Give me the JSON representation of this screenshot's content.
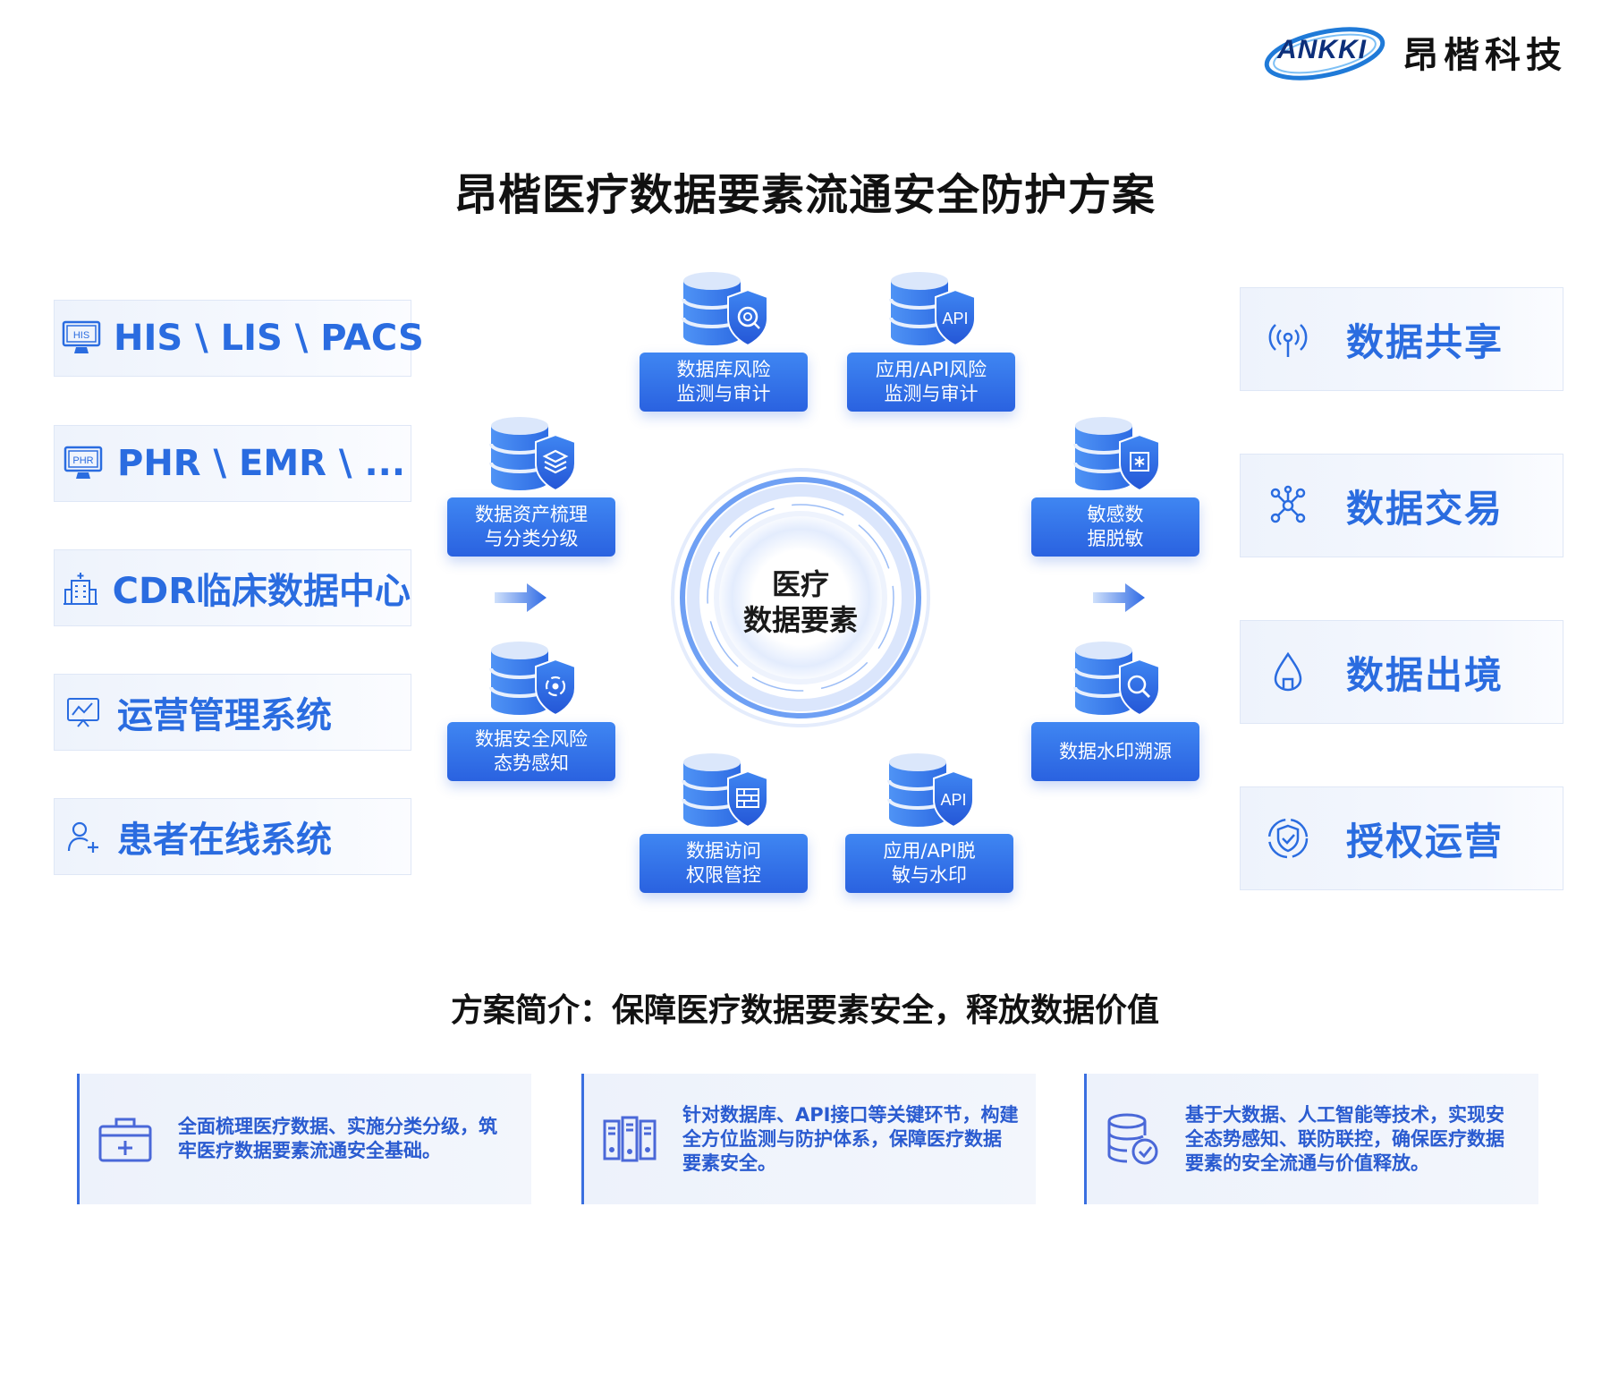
{
  "brand": {
    "logo_text": "ANKKI",
    "name_cn": "昂楷科技"
  },
  "title": "昂楷医疗数据要素流通安全防护方案",
  "sources": [
    {
      "label": "HIS \\ LIS \\ PACS",
      "icon": "his-monitor-icon",
      "icon_text": "HIS"
    },
    {
      "label": "PHR \\ EMR \\ ...",
      "icon": "phr-monitor-icon",
      "icon_text": "PHR"
    },
    {
      "label": "CDR临床数据中心",
      "icon": "hospital-building-icon"
    },
    {
      "label": "运营管理系统",
      "icon": "chart-board-icon"
    },
    {
      "label": "患者在线系统",
      "icon": "user-add-icon"
    }
  ],
  "modules": {
    "db_risk": {
      "line1": "数据库风险",
      "line2": "监测与审计",
      "icon": "database-search-shield-icon"
    },
    "api_risk": {
      "line1": "应用/API风险",
      "line2": "监测与审计",
      "icon": "database-api-shield-icon",
      "badge": "API"
    },
    "asset": {
      "line1": "数据资产梳理",
      "line2": "与分类分级",
      "icon": "database-layers-shield-icon"
    },
    "desens": {
      "line1": "敏感数",
      "line2": "据脱敏",
      "icon": "database-asterisk-shield-icon"
    },
    "posture": {
      "line1": "数据安全风险",
      "line2": "态势感知",
      "icon": "database-target-shield-icon"
    },
    "watermark": {
      "line1": "数据水印溯源",
      "icon": "database-magnify-shield-icon"
    },
    "access": {
      "line1": "数据访问",
      "line2": "权限管控",
      "icon": "database-firewall-shield-icon"
    },
    "api_mask": {
      "line1": "应用/API脱",
      "line2": "敏与水印",
      "icon": "database-api-shield-icon",
      "badge": "API"
    }
  },
  "center": {
    "line1": "医疗",
    "line2": "数据要素"
  },
  "outputs": [
    {
      "label": "数据共享",
      "icon": "broadcast-icon"
    },
    {
      "label": "数据交易",
      "icon": "network-nodes-icon"
    },
    {
      "label": "数据出境",
      "icon": "drop-house-icon"
    },
    {
      "label": "授权运营",
      "icon": "shield-check-icon"
    }
  ],
  "subtitle": "方案简介：保障医疗数据要素安全，释放数据价值",
  "cards": [
    {
      "text": "全面梳理医疗数据、实施分类分级，筑牢医疗数据要素流通安全基础。",
      "icon": "medical-kit-icon"
    },
    {
      "text": "针对数据库、API接口等关键环节，构建全方位监测与防护体系，保障医疗数据要素安全。",
      "icon": "server-rack-icon"
    },
    {
      "text": "基于大数据、人工智能等技术，实现安全态势感知、联防联控，确保医疗数据要素的安全流通与价值释放。",
      "icon": "database-check-icon"
    }
  ],
  "colors": {
    "accent": "#2a6ce0",
    "button": "#3a74ea",
    "card_text": "#2a5bd0"
  }
}
